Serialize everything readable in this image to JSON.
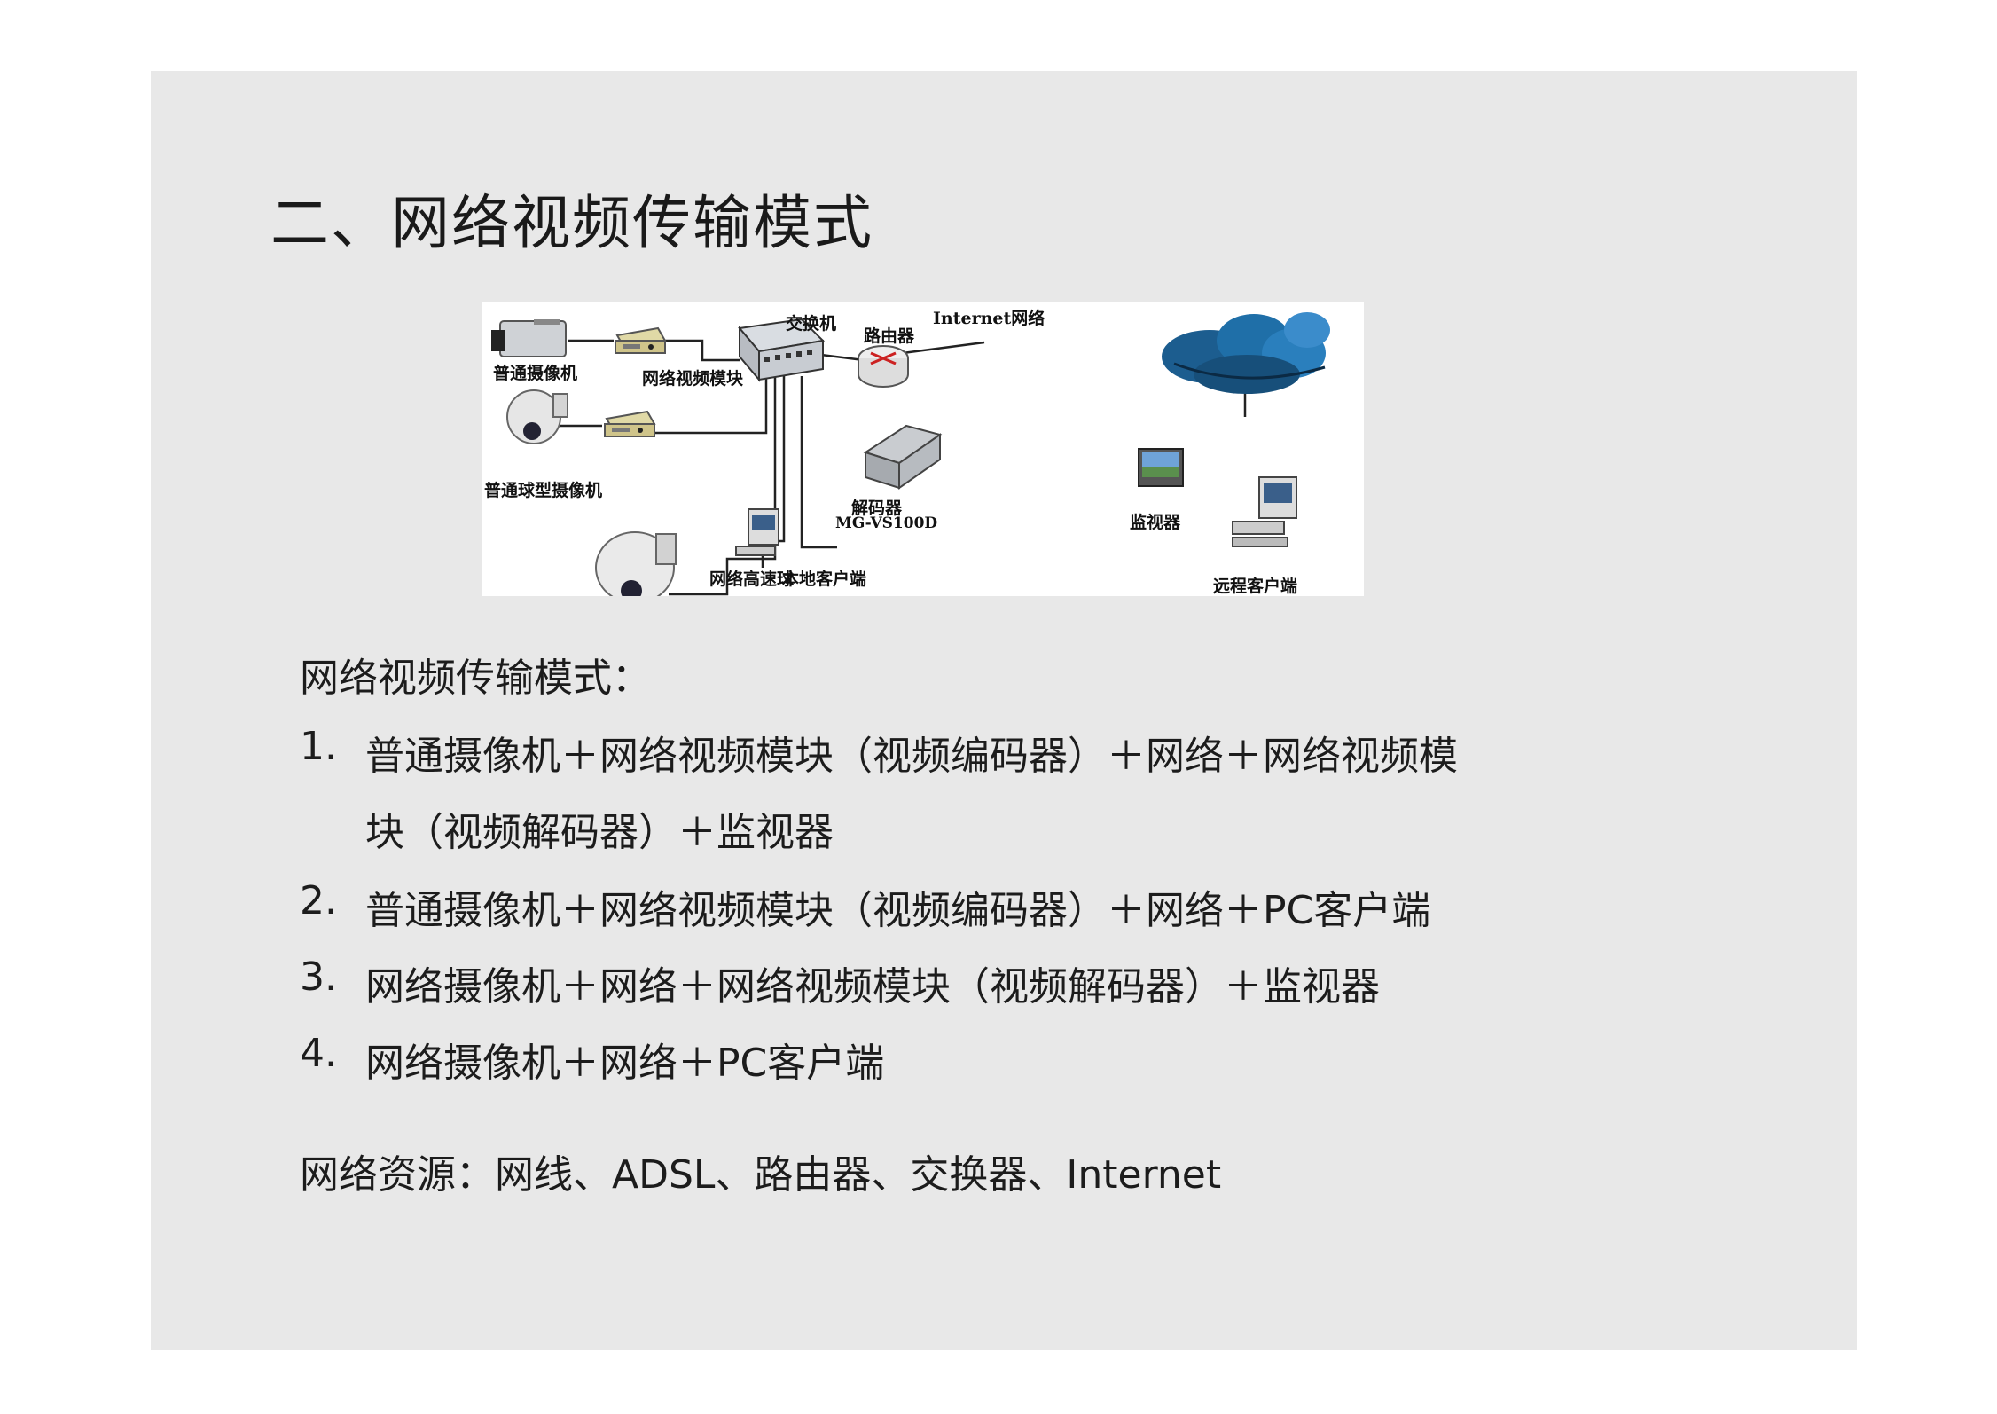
{
  "title": "二、网络视频传输模式",
  "diagram": {
    "labels": {
      "camera": "普通摄像机",
      "module": "网络视频模块",
      "dome": "普通球型摄像机",
      "speed_dome": "网络高速球",
      "switch": "交换机",
      "router": "路由器",
      "internet": "Internet网络",
      "decoder": "解码器",
      "decoder_model": "MG-VS100D",
      "monitor": "监视器",
      "local_client": "本地客户端",
      "remote_client": "远程客户端"
    }
  },
  "intro": "网络视频传输模式：",
  "items": [
    {
      "num": "1.",
      "lines": [
        "普通摄像机＋网络视频模块（视频编码器）＋网络＋网络视频模",
        "块（视频解码器）＋监视器"
      ]
    },
    {
      "num": "2.",
      "lines": [
        "普通摄像机＋网络视频模块（视频编码器）＋网络＋PC客户端"
      ]
    },
    {
      "num": "3.",
      "lines": [
        "网络摄像机＋网络＋网络视频模块（视频解码器）＋监视器"
      ]
    },
    {
      "num": "4.",
      "lines": [
        "网络摄像机＋网络＋PC客户端"
      ]
    }
  ],
  "resources": "网络资源：网线、ADSL、路由器、交换器、Internet",
  "colors": {
    "slide_bg": "#e8e8e8",
    "cloud": "#1f6fa8"
  }
}
